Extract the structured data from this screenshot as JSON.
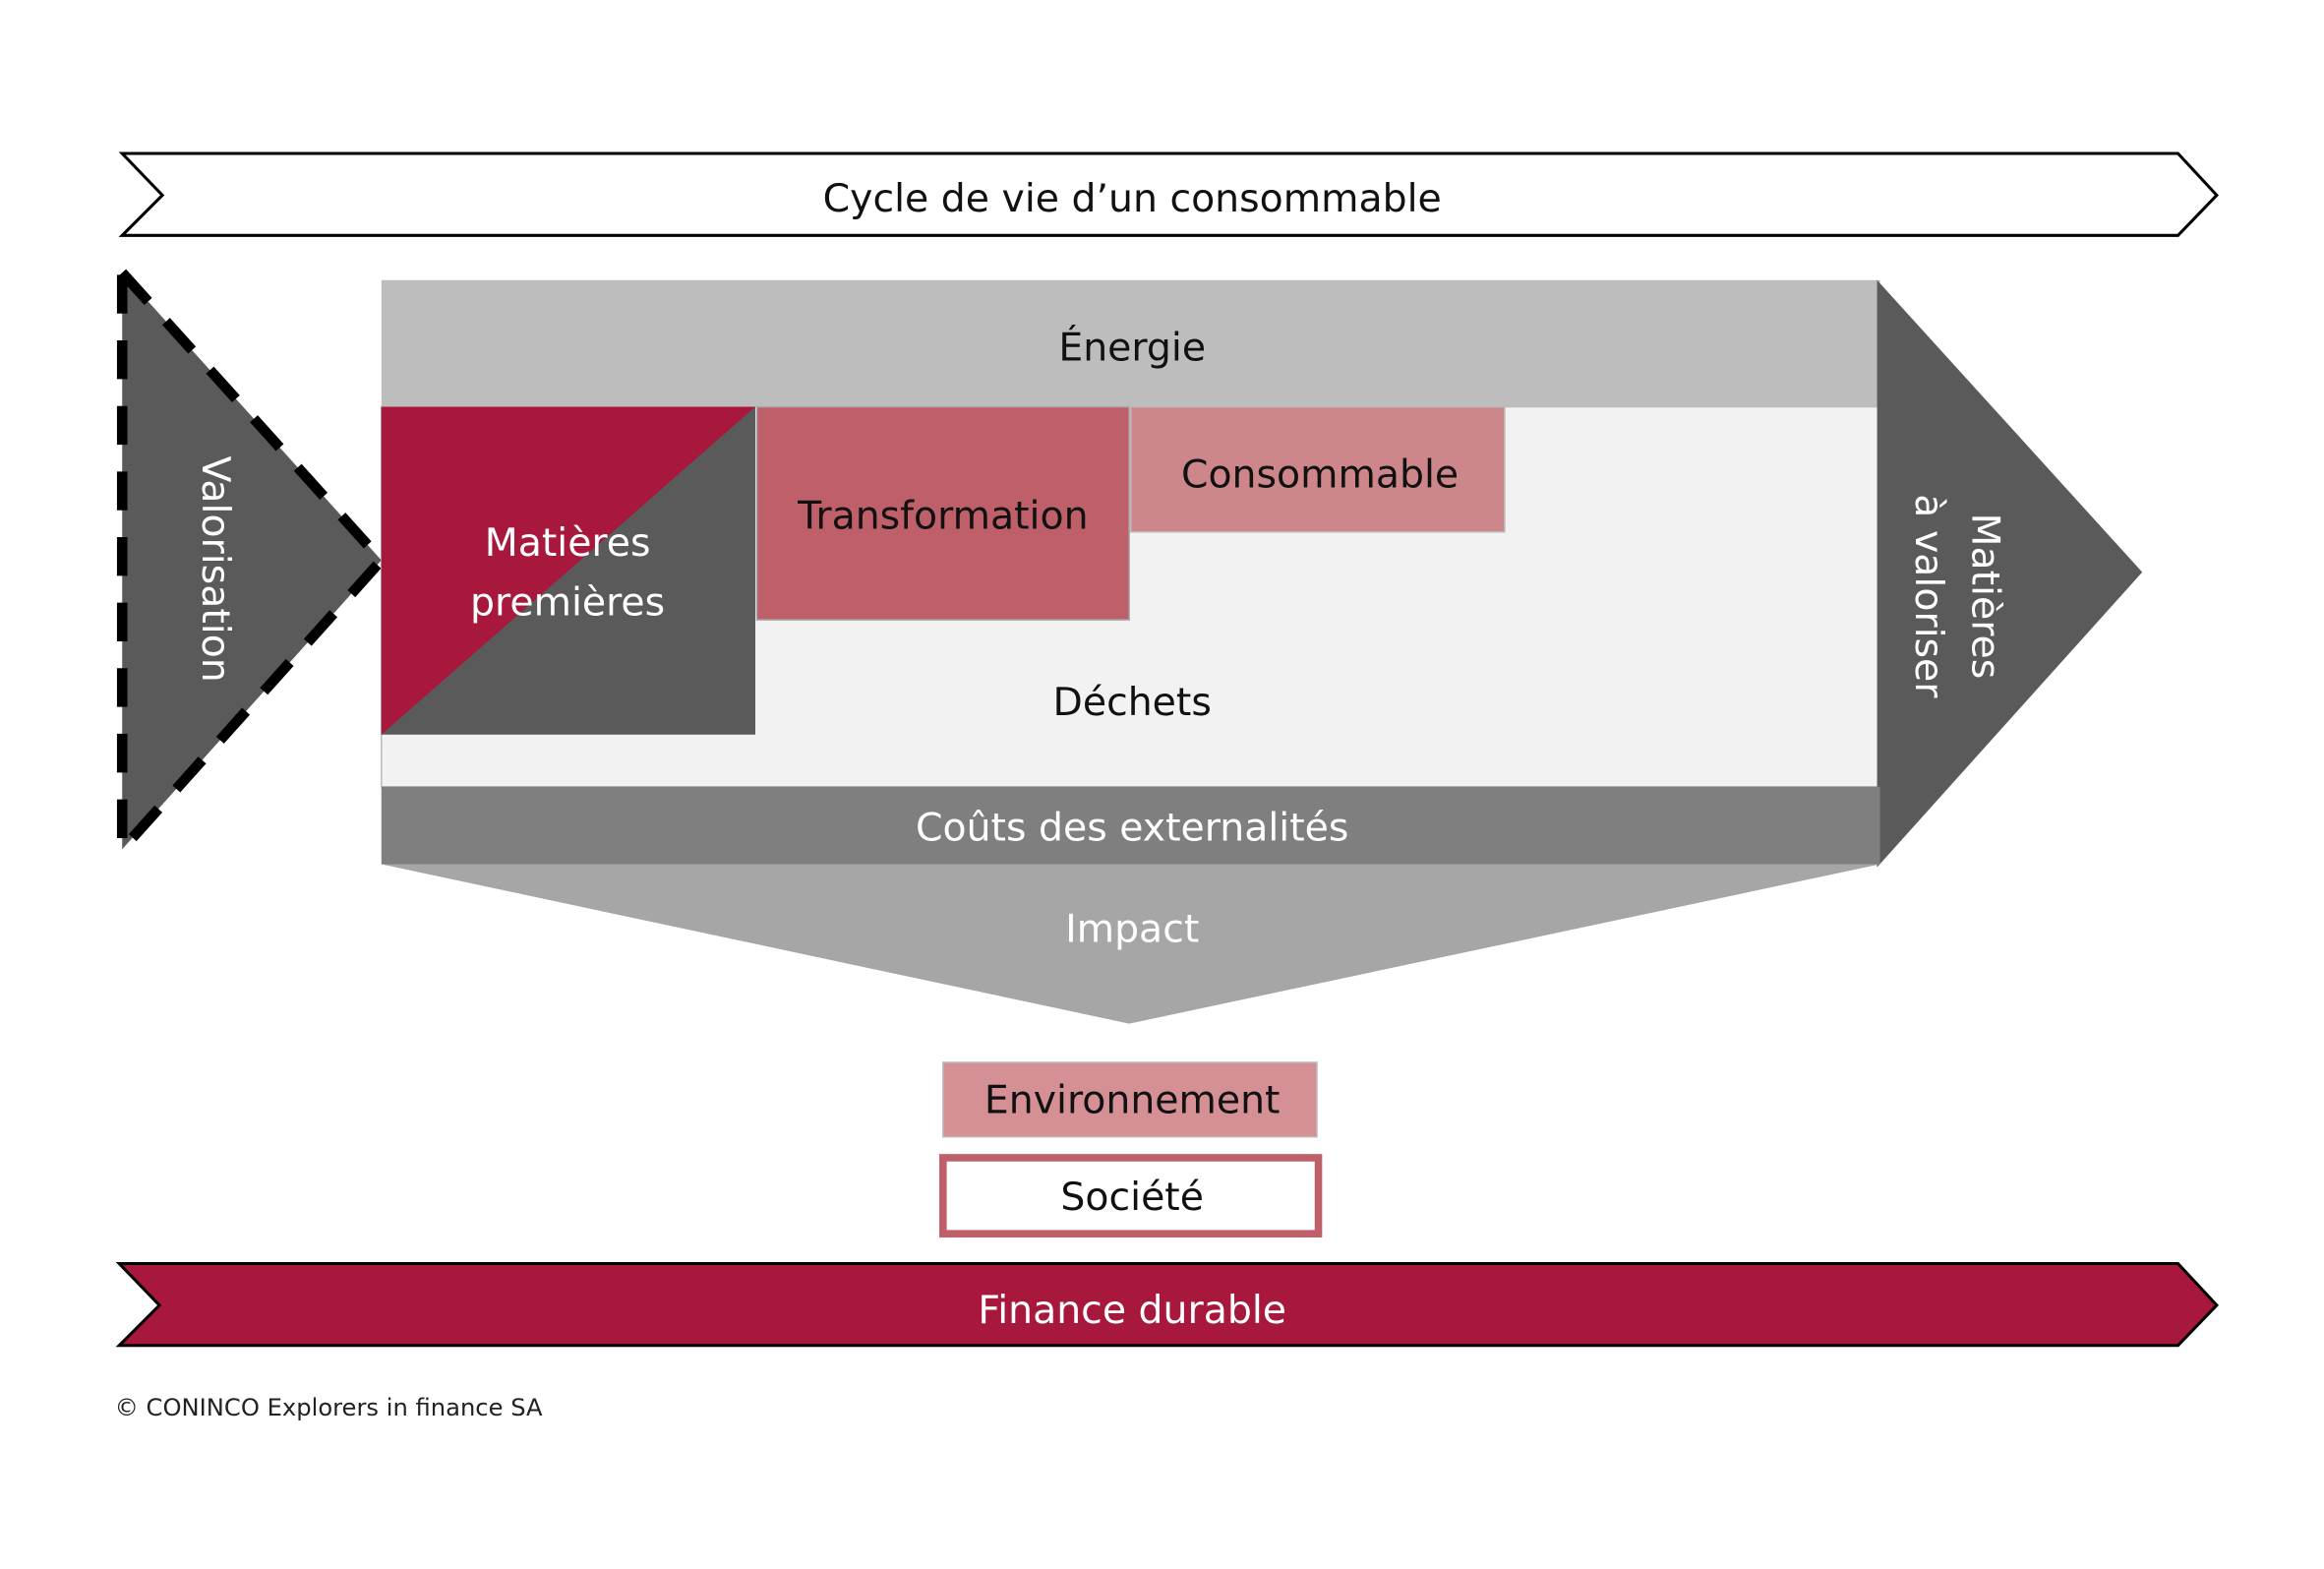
{
  "top_arrow": {
    "label": "Cycle de vie d’un consommable"
  },
  "energy": {
    "label": "Énergie"
  },
  "raw_materials": {
    "line1": "Matières",
    "line2": "premières"
  },
  "transformation": {
    "label": "Transformation"
  },
  "consumable": {
    "label": "Consommable"
  },
  "waste": {
    "label": "Déchets"
  },
  "externalities": {
    "label": "Coûts des externalités"
  },
  "impact": {
    "label": "Impact"
  },
  "environment": {
    "label": "Environnement"
  },
  "society": {
    "label": "Société"
  },
  "valorisation": {
    "label": "Valorisation"
  },
  "to_valorise": {
    "line1": "Matières",
    "line2": "à valoriser"
  },
  "bottom_arrow": {
    "label": "Finance durable"
  },
  "copyright": "© CONINCO Explorers in finance SA",
  "colors": {
    "crimson": "#a8173c",
    "dark_gray": "#5a5a5a",
    "rose": "#bf5f69",
    "light_rose": "#cd878b",
    "env": "#d49094"
  }
}
